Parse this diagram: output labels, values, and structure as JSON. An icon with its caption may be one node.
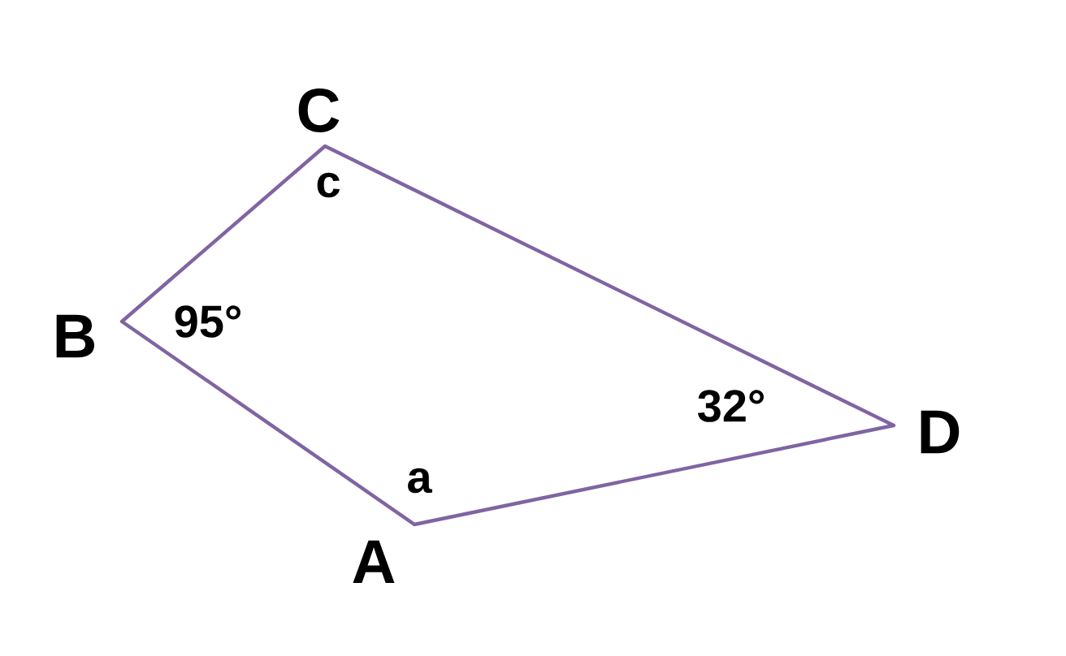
{
  "diagram": {
    "labels": [
      "C",
      "c",
      "B",
      "95°",
      "32°",
      "D",
      "a",
      "A"
    ]
  }
}
